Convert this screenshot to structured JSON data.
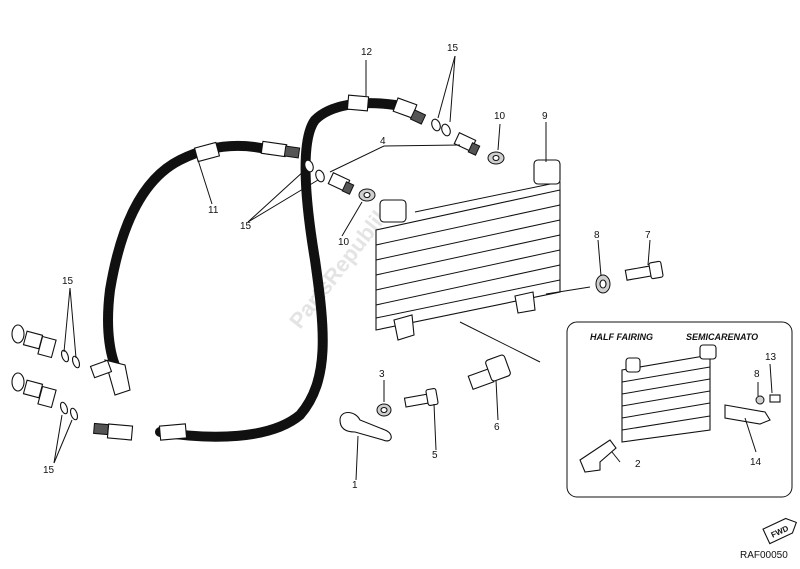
{
  "diagram": {
    "watermark": "PartsRepublik",
    "inset": {
      "title_left": "HALF FAIRING",
      "title_right": "SEMICARENATO"
    },
    "drawing_code": "RAF00050",
    "fwd_label": "FWD",
    "callouts": {
      "c12": "12",
      "c15_top": "15",
      "c10_top": "10",
      "c9": "9",
      "c4": "4",
      "c11": "11",
      "c15_mid": "15",
      "c10_mid": "10",
      "c8": "8",
      "c7": "7",
      "c15_left_top": "15",
      "c15_left_bottom": "15",
      "c3": "3",
      "c6": "6",
      "c5": "5",
      "c1": "1",
      "c13_inset": "13",
      "c8_inset": "8",
      "c2_inset": "2",
      "c14_inset": "14"
    }
  }
}
